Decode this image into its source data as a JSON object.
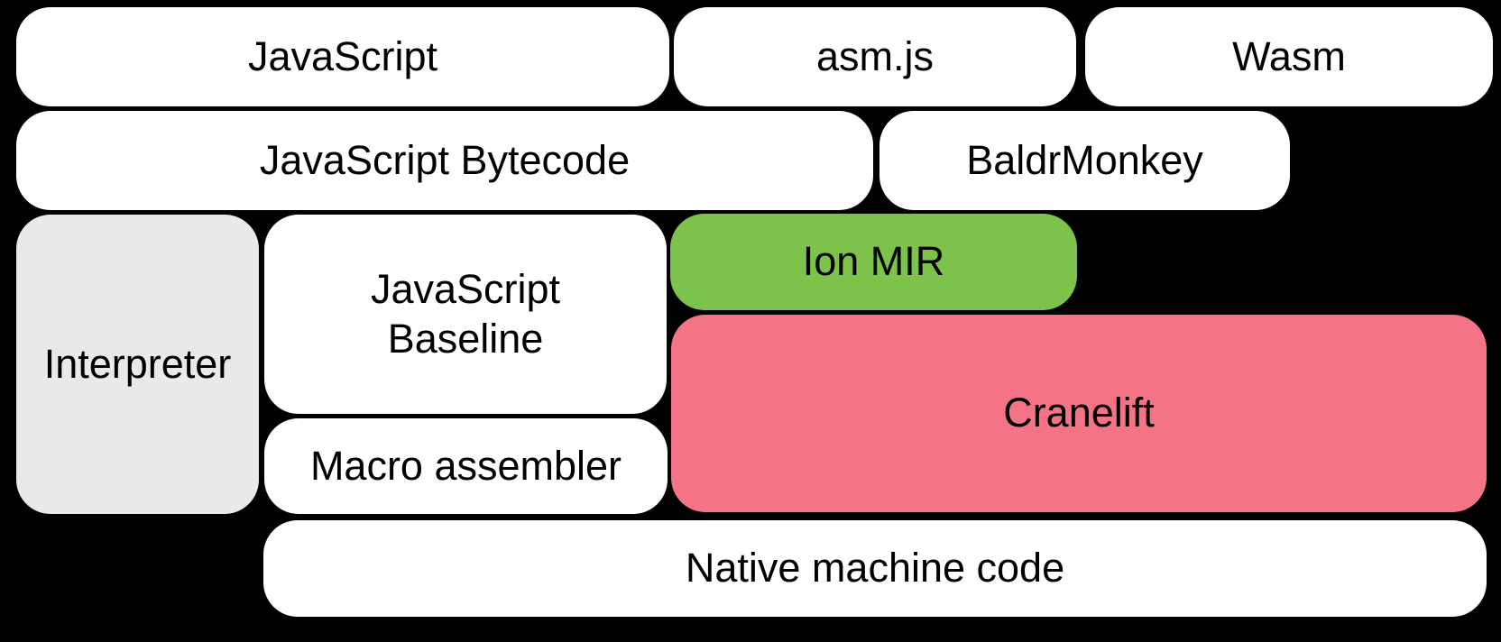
{
  "colors": {
    "background": "#000000",
    "box_default": "#ffffff",
    "interpreter_box": "#e9e9e9",
    "ion_mir_box": "#7cc24b",
    "cranelift_box": "#f47486",
    "text": "#000000"
  },
  "nodes": {
    "javascript": {
      "label": "JavaScript"
    },
    "asmjs": {
      "label": "asm.js"
    },
    "wasm": {
      "label": "Wasm"
    },
    "javascript_bytecode": {
      "label": "JavaScript Bytecode"
    },
    "baldrmonkey": {
      "label": "BaldrMonkey"
    },
    "interpreter": {
      "label": "Interpreter"
    },
    "javascript_baseline": {
      "label": "JavaScript\nBaseline"
    },
    "ion_mir": {
      "label": "Ion MIR"
    },
    "cranelift": {
      "label": "Cranelift"
    },
    "macro_assembler": {
      "label": "Macro assembler"
    },
    "native_machine_code": {
      "label": "Native machine code"
    }
  }
}
